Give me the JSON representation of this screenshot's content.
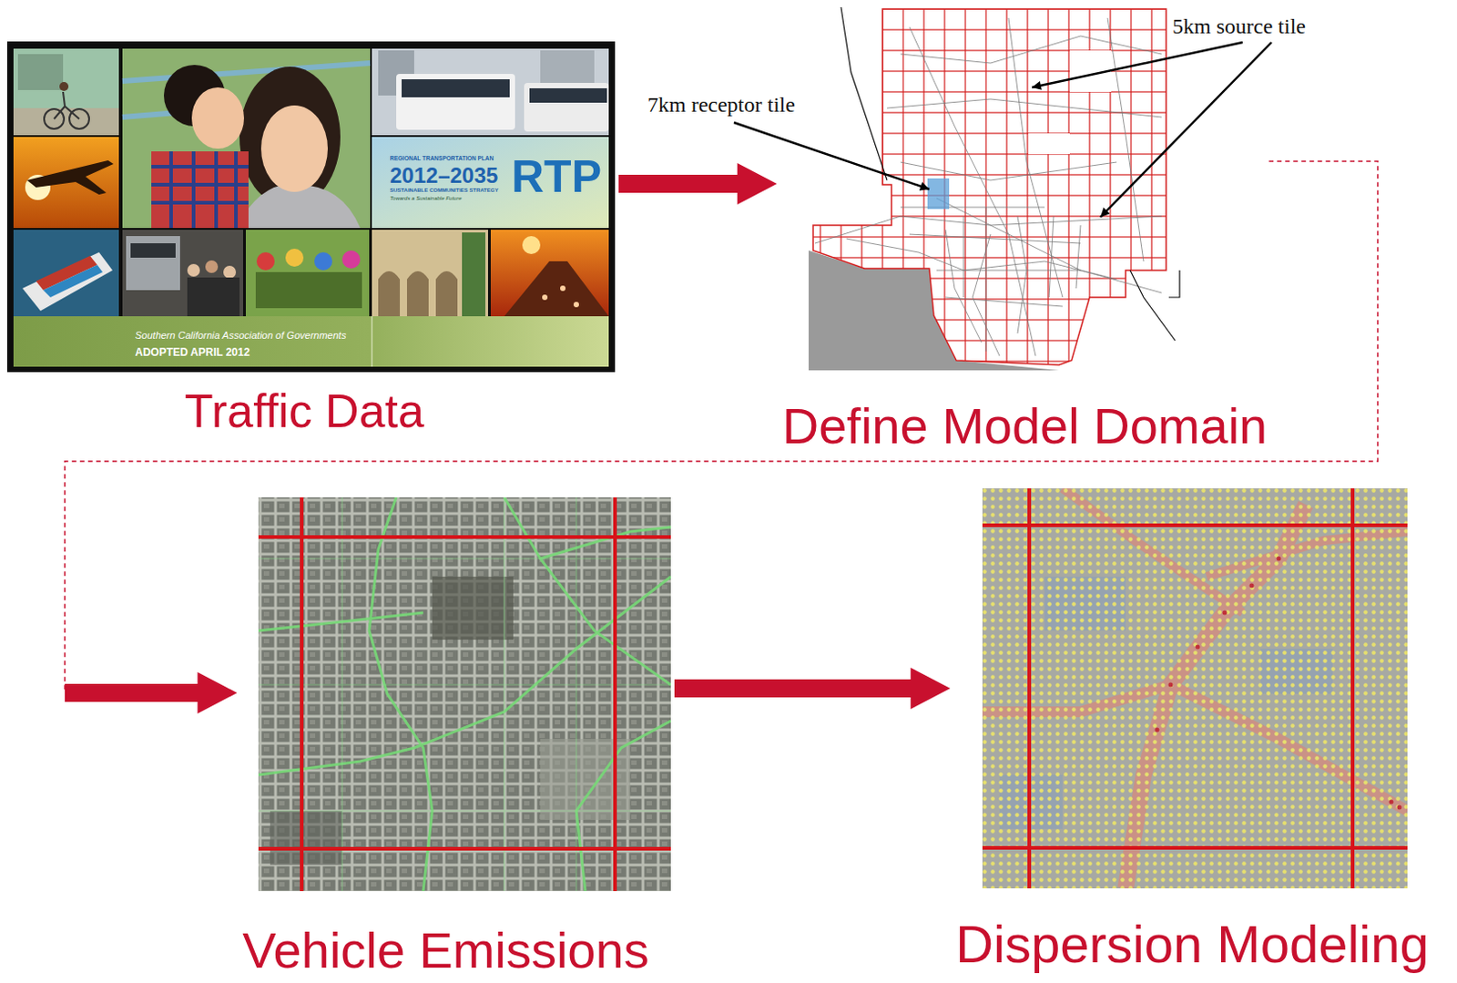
{
  "diagram": {
    "nodes": [
      {
        "text": [
          "Traffic Data"
        ]
      },
      {
        "text": [
          "Define Model Domain"
        ]
      },
      {
        "text": [
          "Vehicle Emissions"
        ]
      },
      {
        "text": [
          "Dispersion Modeling"
        ]
      }
    ],
    "edges": [
      {
        "from": 0,
        "to": 1,
        "arrow": "to"
      },
      {
        "from": 1,
        "to": 2,
        "arrow": "to"
      },
      {
        "from": 2,
        "to": 3,
        "arrow": "to"
      }
    ],
    "labels": [
      "REGIONAL TRANSPORTATION PLAN",
      "2012–2035",
      "RTP",
      "SUSTAINABLE COMMUNITIES STRATEGY",
      "Towards a Sustainable Future",
      "Southern California Association of Governments",
      "ADOPTED APRIL 2012",
      "7km receptor tile",
      "5km source tile"
    ]
  }
}
